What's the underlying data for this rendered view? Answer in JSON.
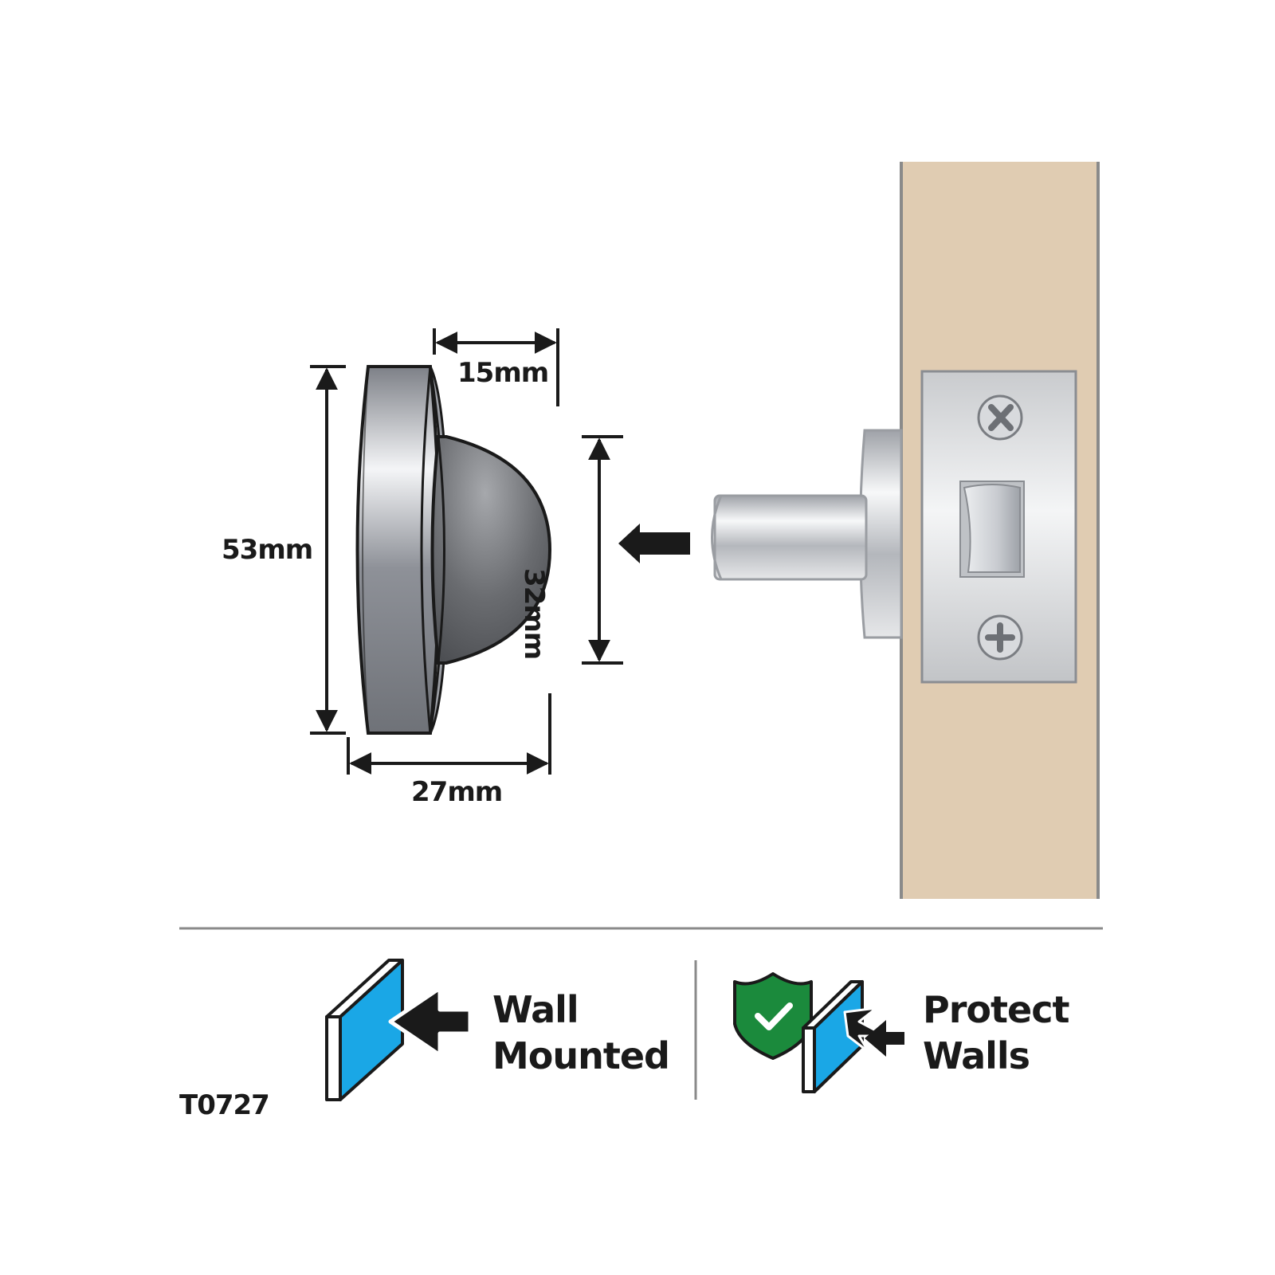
{
  "dimensions": {
    "height_outer": "53mm",
    "depth_dome": "15mm",
    "diameter_dome": "32mm",
    "depth_total": "27mm"
  },
  "features": [
    {
      "line1": "Wall",
      "line2": "Mounted",
      "icon": "wall-mounted-icon"
    },
    {
      "line1": "Protect",
      "line2": "Walls",
      "icon": "protect-walls-icon"
    }
  ],
  "product_code": "T0727",
  "colors": {
    "door": "#e0ccb2",
    "panel_blue": "#1aa7e6",
    "shield_green": "#1b8a3c",
    "outline": "#1a1a1a"
  }
}
